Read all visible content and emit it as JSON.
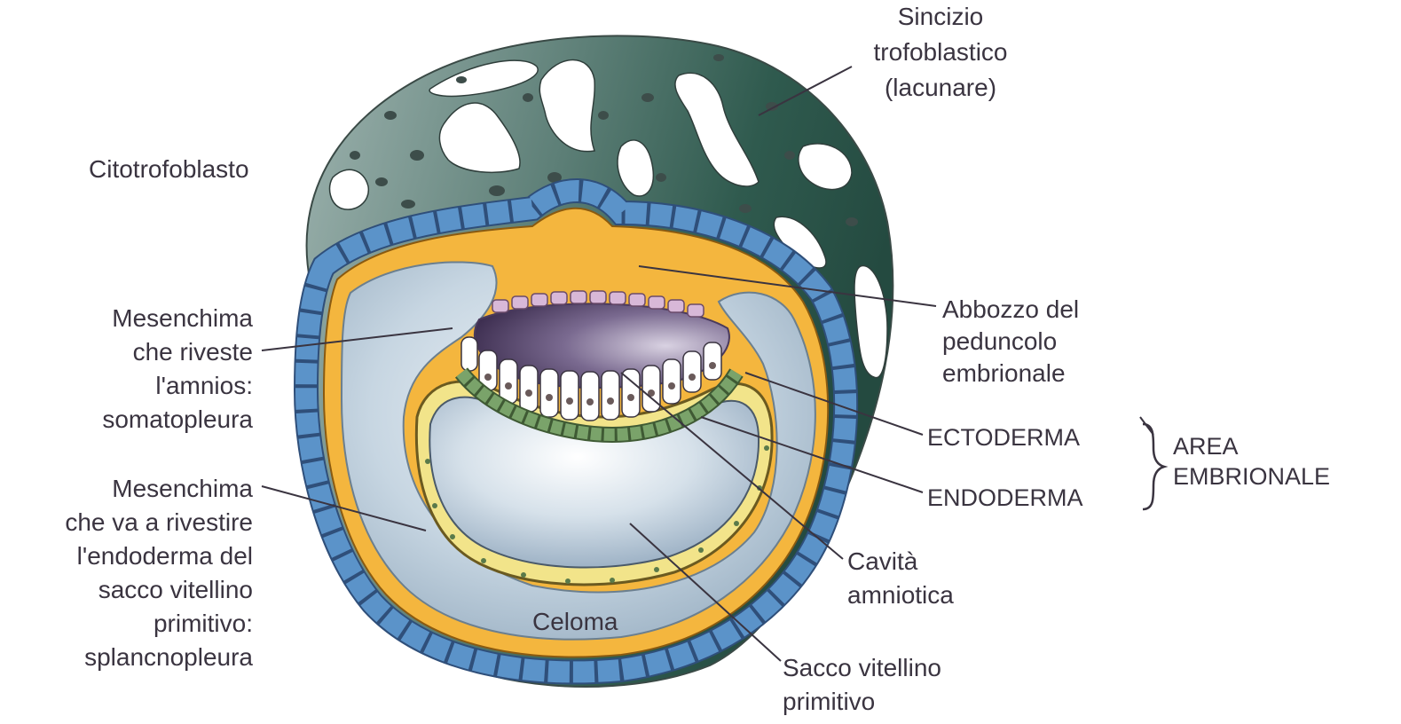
{
  "labels": {
    "sincizio": [
      "Sincizio",
      "trofoblastico",
      "(lacunare)"
    ],
    "citotrofoblasto": [
      "Citotrofoblasto"
    ],
    "abbozzo": [
      "Abbozzo del",
      "peduncolo",
      "embrionale"
    ],
    "somatopleura": [
      "Mesenchima",
      "che riveste",
      "l'amnios:",
      "somatopleura"
    ],
    "splancnopleura": [
      "Mesenchima",
      "che va a rivestire",
      "l'endoderma del",
      "sacco vitellino",
      "primitivo:",
      "splancnopleura"
    ],
    "ectoderma": "ECTODERMA",
    "endoderma": "ENDODERMA",
    "area_embrionale": [
      "AREA",
      "EMBRIONALE"
    ],
    "cavita": [
      "Cavità",
      "amniotica"
    ],
    "celoma": "Celoma",
    "sacco": [
      "Sacco vitellino",
      "primitivo"
    ]
  },
  "colors": {
    "trophoblast_light": "#8fa6a2",
    "trophoblast_dark": "#2f5a4e",
    "cytotrophoblast_cells": "#5b93c9",
    "mesoderm": "#f4b63e",
    "coelom": "#c9d8e4",
    "amniotic_cavity": "#4a3a5c",
    "ectoderm_cells": "#b690b8",
    "endoderm_cells": "#7aa36a",
    "yolk_sac_lining": "#f2e48a"
  }
}
